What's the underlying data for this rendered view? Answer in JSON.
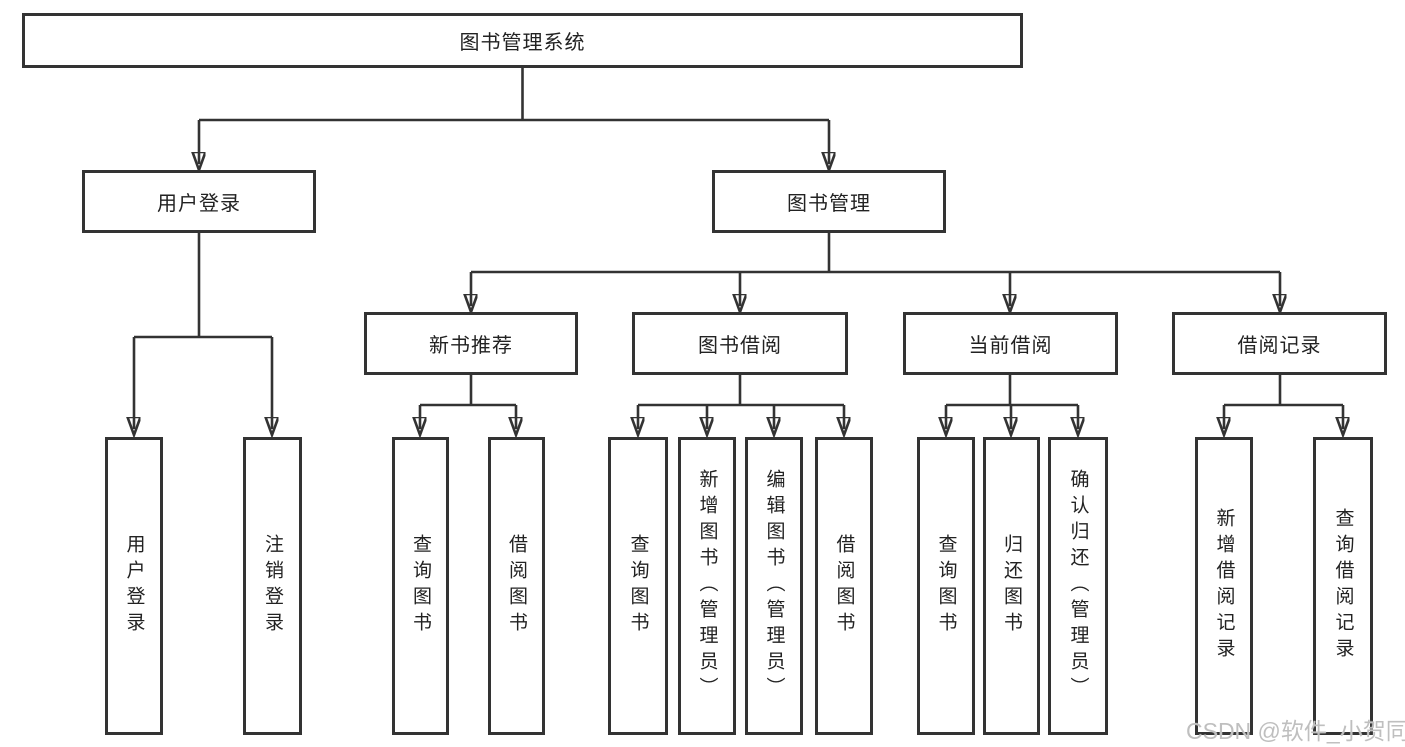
{
  "colors": {
    "background": "#ffffff",
    "line": "#333333",
    "box_border": "#333333",
    "text": "#222222",
    "watermark": "#bfbfbf"
  },
  "diagram": {
    "type": "tree",
    "root": {
      "label": "图书管理系统"
    },
    "branches": [
      {
        "label": "用户登录",
        "children": [
          {
            "label": "用户登录"
          },
          {
            "label": "注销登录"
          }
        ]
      },
      {
        "label": "图书管理",
        "children": [
          {
            "label": "新书推荐",
            "children": [
              {
                "label": "查询图书"
              },
              {
                "label": "借阅图书"
              }
            ]
          },
          {
            "label": "图书借阅",
            "children": [
              {
                "label": "查询图书"
              },
              {
                "label": "新增图书（管理员）"
              },
              {
                "label": "编辑图书（管理员）"
              },
              {
                "label": "借阅图书"
              }
            ]
          },
          {
            "label": "当前借阅",
            "children": [
              {
                "label": "查询图书"
              },
              {
                "label": "归还图书"
              },
              {
                "label": "确认归还（管理员）"
              }
            ]
          },
          {
            "label": "借阅记录",
            "children": [
              {
                "label": "新增借阅记录"
              },
              {
                "label": "查询借阅记录"
              }
            ]
          }
        ]
      }
    ]
  },
  "watermark": {
    "text": "CSDN @软件_小贺同学"
  }
}
